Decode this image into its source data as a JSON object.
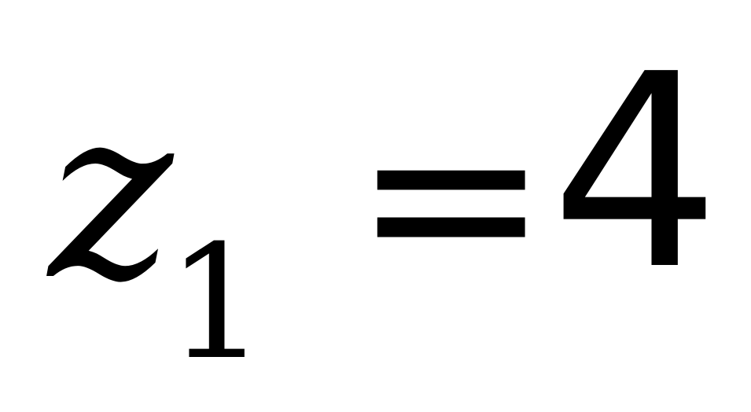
{
  "equation": {
    "variable": "z",
    "subscript": "1",
    "operator": "=",
    "value": "4"
  }
}
